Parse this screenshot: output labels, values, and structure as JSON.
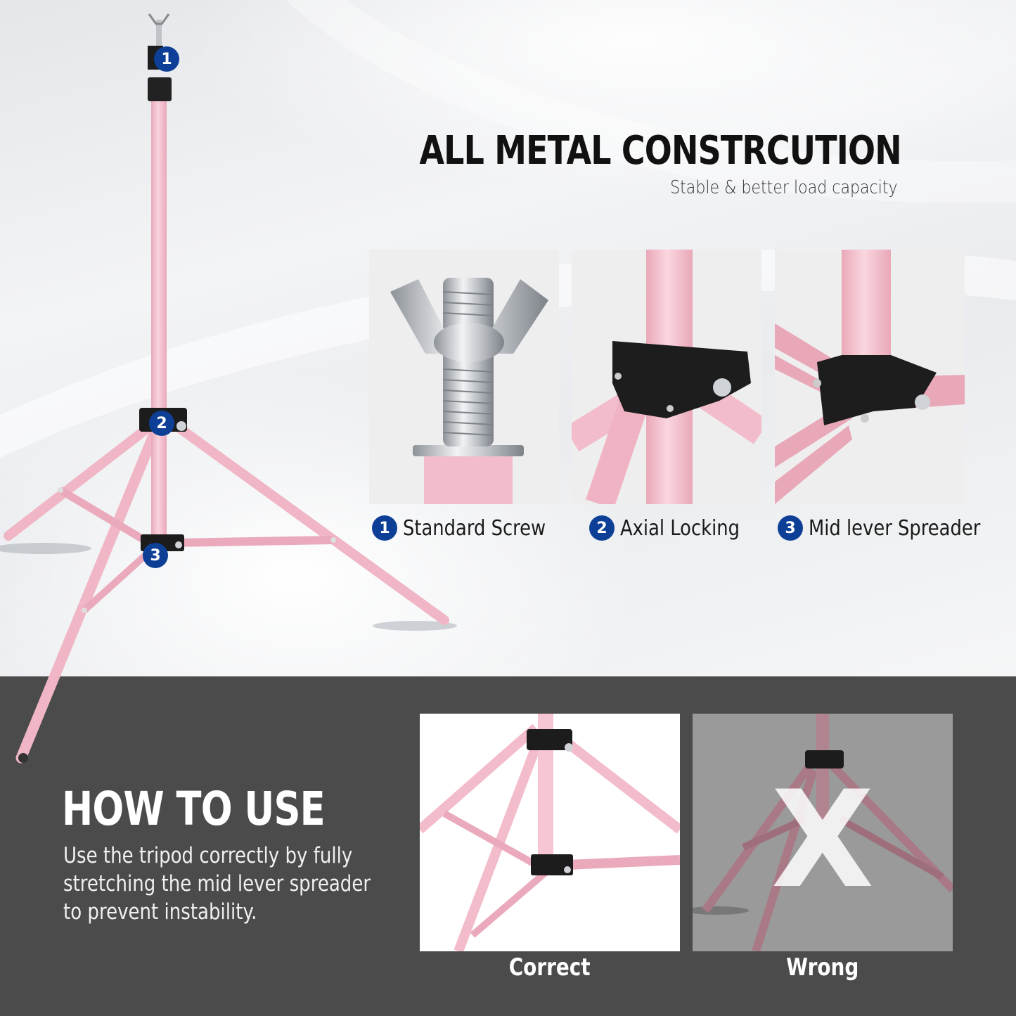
{
  "header": {
    "title": "ALL METAL CONSTRCUTION",
    "subtitle": "Stable & better load capacity"
  },
  "tripod_callouts": [
    {
      "number": "1"
    },
    {
      "number": "2"
    },
    {
      "number": "3"
    }
  ],
  "features": [
    {
      "number": "1",
      "label": "Standard Screw",
      "image": "wing-nut-screw"
    },
    {
      "number": "2",
      "label": "Axial Locking",
      "image": "axial-lock-clamp"
    },
    {
      "number": "3",
      "label": "Mid lever Spreader",
      "image": "mid-lever-spreader"
    }
  ],
  "how_to_use": {
    "title": "HOW TO USE",
    "body": "Use the tripod correctly by fully stretching the mid lever spreader to prevent instability."
  },
  "comparison": {
    "correct_label": "Correct",
    "wrong_label": "Wrong",
    "wrong_mark": "X"
  },
  "colors": {
    "badge_blue": "#0d3f96",
    "tube_pink": "#f3bccb",
    "clamp_black": "#1c1c1c",
    "dark_panel": "#4b4b4b"
  }
}
